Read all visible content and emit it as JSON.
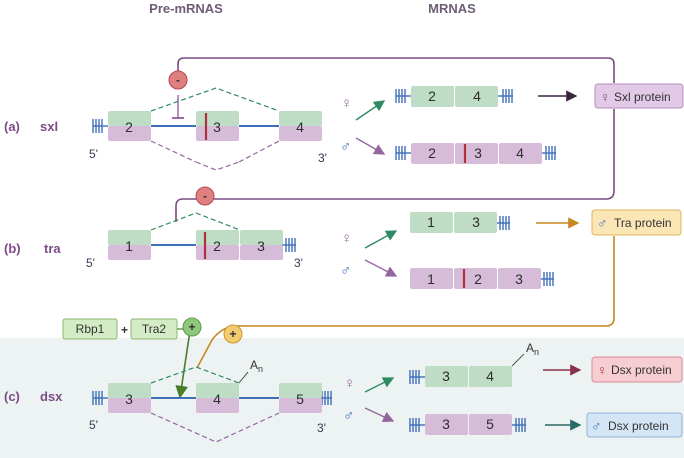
{
  "headers": {
    "pre_mrna": "Pre-mRNAS",
    "mrna": "MRNAS"
  },
  "symbols": {
    "female": "♀",
    "male": "♂",
    "minus": "-",
    "plus": "+",
    "poly_a": "A",
    "poly_a_sub": "n"
  },
  "ends": {
    "five": "5'",
    "three": "3'"
  },
  "colors": {
    "green_exon": "#bfdcc4",
    "pink_exon": "#d6bcd8",
    "intron_line": "#3e6fb8",
    "female_arrow": "#2e8b63",
    "male_arrow": "#9466a0",
    "stop_mark": "#b0303e",
    "repressor": "#e07f7f",
    "activator_green": "#8fc77c",
    "activator_orange": "#f2cb70",
    "sxl_line": "#7b4a85",
    "tra_line": "#c8861f",
    "dsx_male_arrow": "#2a6b66",
    "background_top": "#ffffff",
    "background_bottom": "#edf3f2"
  },
  "rows": [
    {
      "id": "a",
      "label": "(a)",
      "gene": "sxl",
      "pre_exons": [
        "2",
        "3",
        "4"
      ],
      "female_mrna": [
        "2",
        "4"
      ],
      "male_mrna": [
        "2",
        "3",
        "4"
      ],
      "regulator": "-",
      "female_protein": "Sxl protein",
      "female_protein_sym": "♀"
    },
    {
      "id": "b",
      "label": "(b)",
      "gene": "tra",
      "pre_exons": [
        "1",
        "2",
        "3"
      ],
      "female_mrna": [
        "1",
        "3"
      ],
      "male_mrna": [
        "1",
        "2",
        "3"
      ],
      "regulator": "-",
      "female_protein": "Tra protein",
      "female_protein_sym": "♂"
    },
    {
      "id": "c",
      "label": "(c)",
      "gene": "dsx",
      "pre_exons": [
        "3",
        "4",
        "5"
      ],
      "female_mrna": [
        "3",
        "4"
      ],
      "male_mrna": [
        "3",
        "5"
      ],
      "cofactors": [
        "Rbp1",
        "Tra2"
      ],
      "cofactor_join": "+",
      "female_protein": "Dsx protein",
      "female_protein_sym": "♀",
      "male_protein": "Dsx protein",
      "male_protein_sym": "♂"
    }
  ]
}
